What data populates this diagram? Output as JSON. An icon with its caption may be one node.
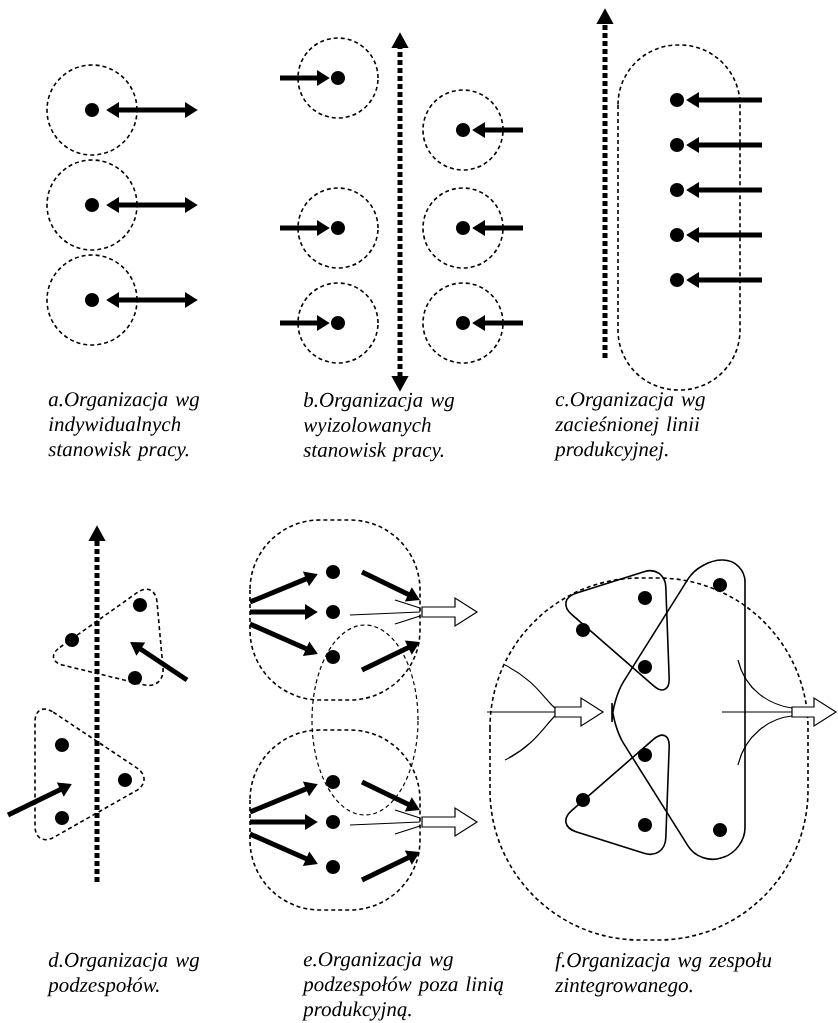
{
  "diagram": {
    "labels": [
      "a.Organizacja wg indywidualnych stanowisk pracy.",
      "b.Organizacja wg wyizolowanych stanowisk pracy.",
      "c.Organizacja wg zacieśnionej linii produkcyjnej.",
      "d.Organizacja wg podzespołów.",
      "e.Organizacja wg podzespołów poza linią produkcyjną.",
      "f.Organizacja wg zespołu zintegrowanego."
    ]
  }
}
